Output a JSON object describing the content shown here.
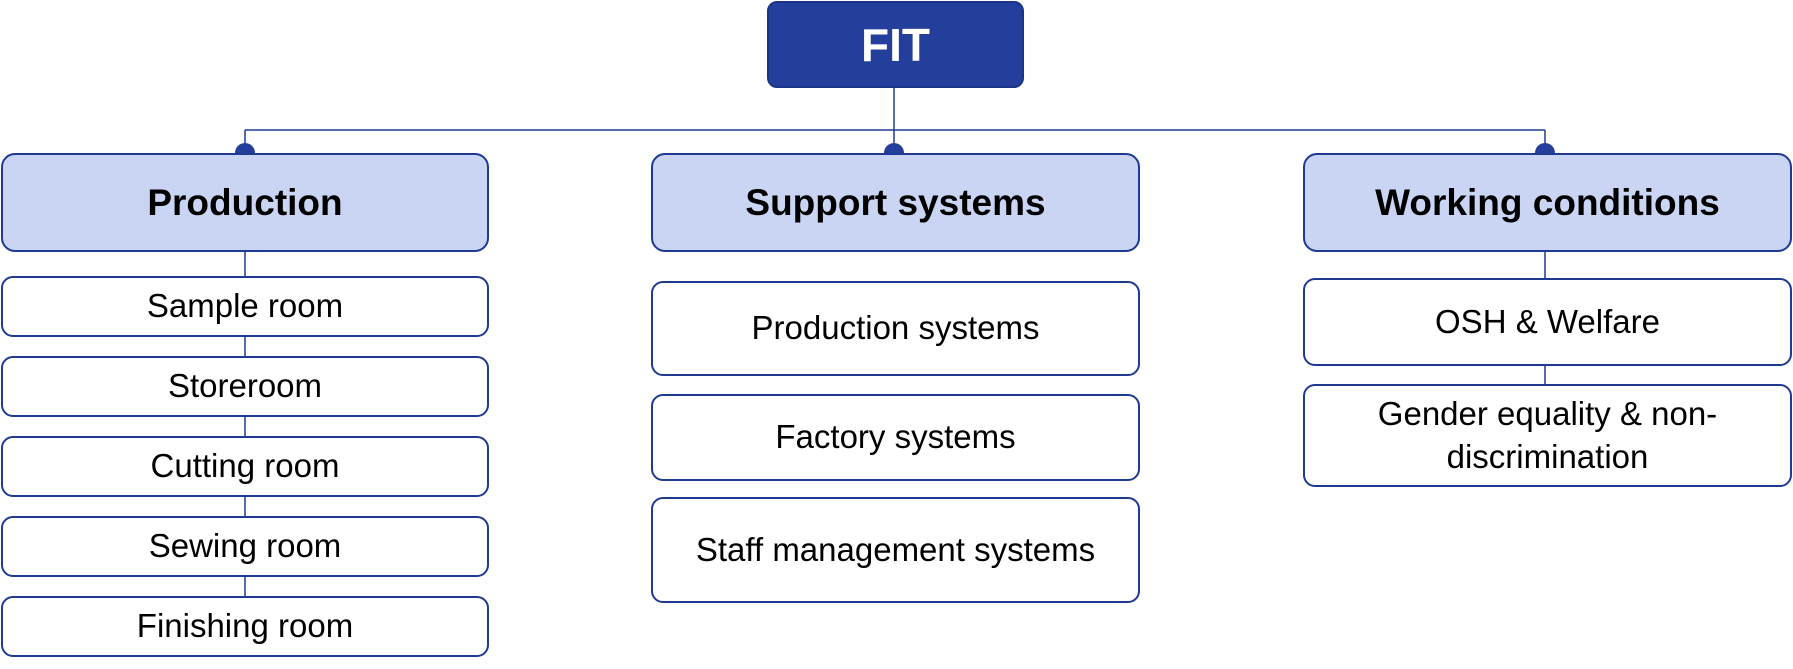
{
  "colors": {
    "root_fill": "#233f9b",
    "category_fill": "#c9d5f2",
    "border": "#1f3a93",
    "connector": "#1f3a93",
    "node_dot": "#233f9b"
  },
  "root": {
    "label": "FIT"
  },
  "categories": [
    {
      "label": "Production",
      "items": [
        "Sample room",
        "Storeroom",
        "Cutting room",
        "Sewing room",
        "Finishing room"
      ]
    },
    {
      "label": "Support systems",
      "items": [
        "Production systems",
        "Factory systems",
        "Staff management systems"
      ]
    },
    {
      "label": "Working conditions",
      "items": [
        "OSH & Welfare",
        "Gender equality & non-discrimination"
      ]
    }
  ]
}
